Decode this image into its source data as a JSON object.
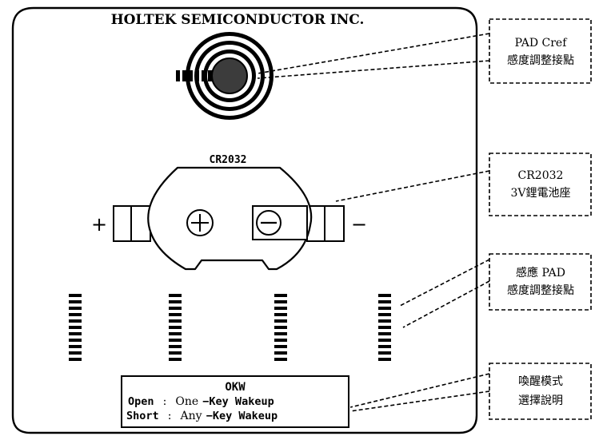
{
  "board": {
    "title": "HOLTEK SEMICONDUCTOR INC.",
    "battery_label": "CR2032",
    "plus_symbol": "+",
    "minus_symbol": "−"
  },
  "okw_box": {
    "title": "OKW",
    "open_key": "Open",
    "open_sep": ":",
    "open_one": "One",
    "open_rest": "−Key  Wakeup",
    "short_key": "Short",
    "short_sep": ":",
    "short_any": "Any",
    "short_rest": "−Key  Wakeup"
  },
  "callouts": [
    {
      "line1": "PAD Cref",
      "line2": "感度調整接點"
    },
    {
      "line1": "CR2032",
      "line2": "3V鋰電池座"
    },
    {
      "line1": "感應 PAD",
      "line2": "感度調整接點"
    },
    {
      "line1": "喚醒模式",
      "line2": "選擇說明"
    }
  ]
}
